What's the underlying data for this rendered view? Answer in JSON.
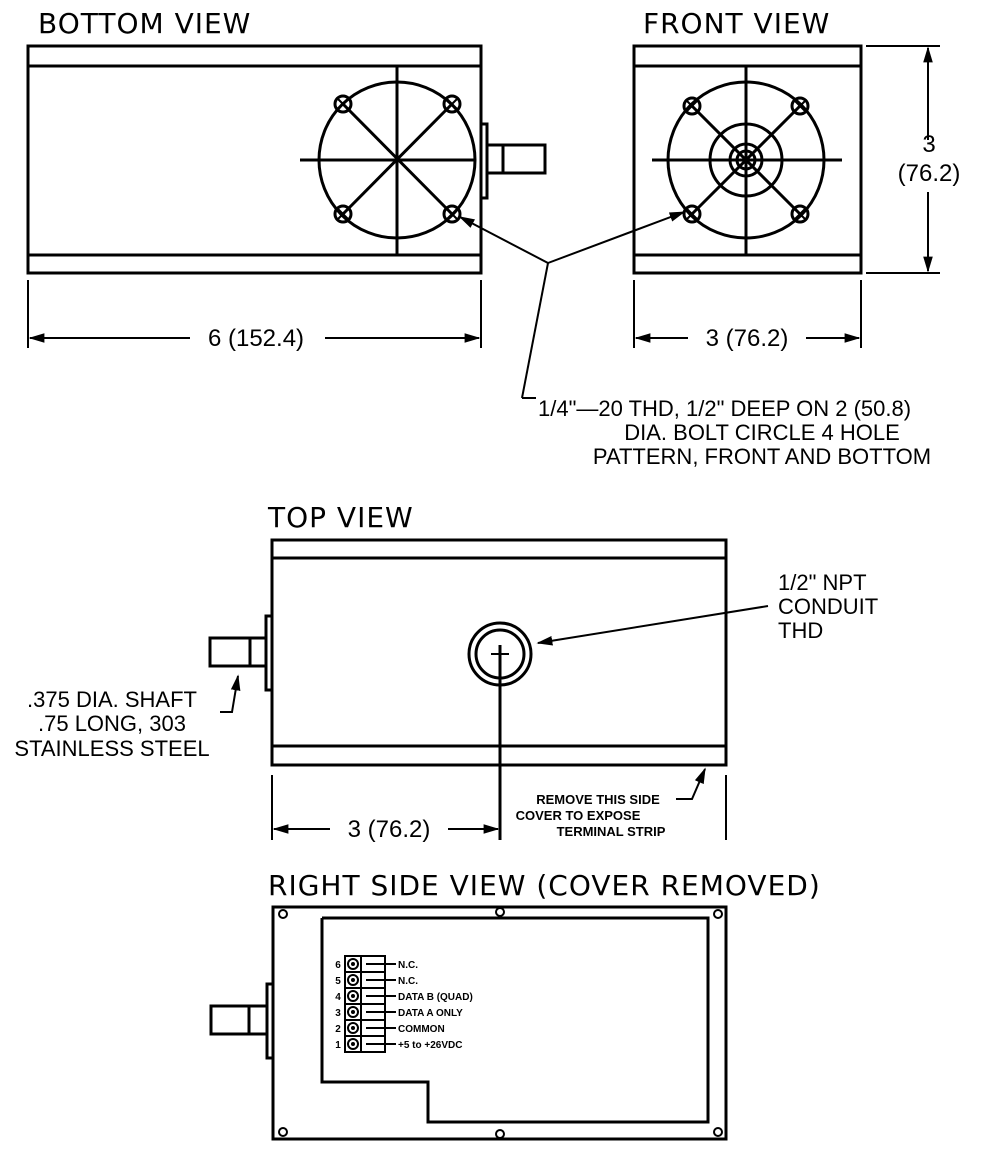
{
  "views": {
    "bottom": "BOTTOM VIEW",
    "front": "FRONT VIEW",
    "top": "TOP VIEW",
    "right_side": "RIGHT SIDE VIEW (COVER REMOVED)"
  },
  "dimensions": {
    "bottom_length": "6 (152.4)",
    "front_width": "3 (76.2)",
    "front_height_value": "3",
    "front_height_mm": "(76.2)",
    "top_offset": "3 (76.2)"
  },
  "notes": {
    "thread_line1": "1/4\"—20 THD, 1/2\" DEEP ON 2 (50.8)",
    "thread_line2": "DIA. BOLT CIRCLE 4 HOLE",
    "thread_line3": "PATTERN, FRONT AND BOTTOM",
    "conduit_line1": "1/2\" NPT",
    "conduit_line2": "CONDUIT",
    "conduit_line3": "THD",
    "shaft_line1": ".375 DIA. SHAFT",
    "shaft_line2": ".75 LONG, 303",
    "shaft_line3": "STAINLESS STEEL",
    "cover_line1": "REMOVE THIS SIDE",
    "cover_line2": "COVER TO EXPOSE",
    "cover_line3": "TERMINAL STRIP"
  },
  "terminal_strip": [
    {
      "num": "6",
      "label": "N.C."
    },
    {
      "num": "5",
      "label": "N.C."
    },
    {
      "num": "4",
      "label": "DATA B (QUAD)"
    },
    {
      "num": "3",
      "label": "DATA A ONLY"
    },
    {
      "num": "2",
      "label": "COMMON"
    },
    {
      "num": "1",
      "label": "+5 to +26VDC"
    }
  ]
}
